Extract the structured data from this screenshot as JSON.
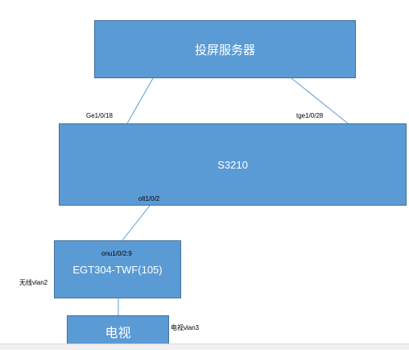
{
  "nodes": {
    "server": {
      "label": "投屏服务器"
    },
    "switch": {
      "label": "S3210"
    },
    "onu": {
      "label": "EGT304-TWF(105)",
      "port": "onu1/0/2:9"
    },
    "tv": {
      "label": "电视"
    }
  },
  "ports": {
    "ge": "Ge1/0/18",
    "tge": "tge1/0/28",
    "olt": "olt1/0/2"
  },
  "annotations": {
    "wifi_vlan": "无线vlan2",
    "tv_vlan": "电视vlan3"
  },
  "colors": {
    "box_fill": "#5b9bd5",
    "box_border": "#41719c",
    "link": "#5b9bd5"
  }
}
